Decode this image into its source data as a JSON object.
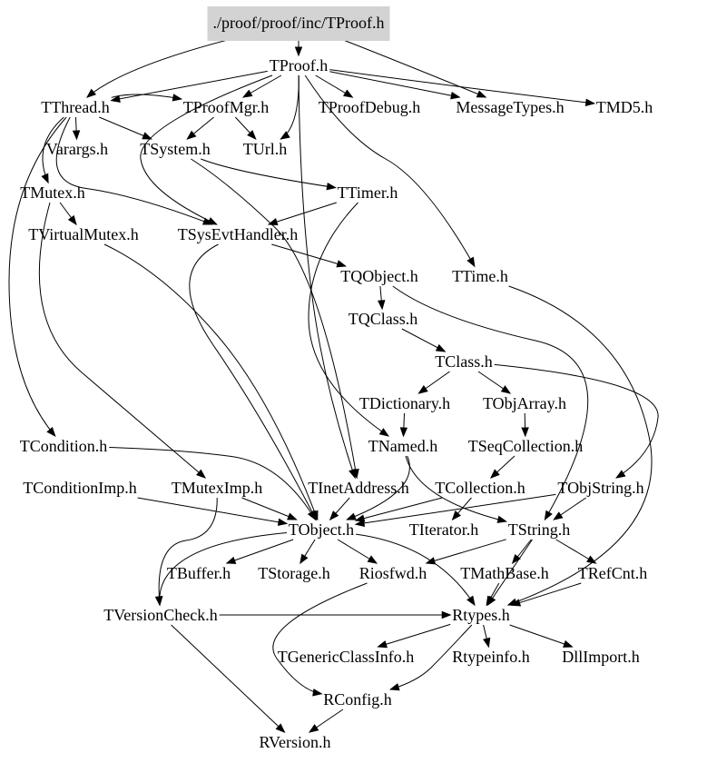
{
  "diagram": {
    "root_fill": "#d3d3d3",
    "nodes": [
      {
        "id": "root",
        "label": "./proof/proof/inc/TProof.h",
        "root": true
      },
      {
        "id": "tproof",
        "label": "TProof.h"
      },
      {
        "id": "tthread",
        "label": "TThread.h"
      },
      {
        "id": "tproofmgr",
        "label": "TProofMgr.h"
      },
      {
        "id": "tproofdebug",
        "label": "TProofDebug.h"
      },
      {
        "id": "messagetypes",
        "label": "MessageTypes.h"
      },
      {
        "id": "tmd5",
        "label": "TMD5.h"
      },
      {
        "id": "varargs",
        "label": "Varargs.h"
      },
      {
        "id": "tsystem",
        "label": "TSystem.h"
      },
      {
        "id": "turl",
        "label": "TUrl.h"
      },
      {
        "id": "tmutex",
        "label": "TMutex.h"
      },
      {
        "id": "ttimer",
        "label": "TTimer.h"
      },
      {
        "id": "tvirtualmutex",
        "label": "TVirtualMutex.h"
      },
      {
        "id": "tsysevthandler",
        "label": "TSysEvtHandler.h"
      },
      {
        "id": "tqobject",
        "label": "TQObject.h"
      },
      {
        "id": "ttime",
        "label": "TTime.h"
      },
      {
        "id": "tqclass",
        "label": "TQClass.h"
      },
      {
        "id": "tclass",
        "label": "TClass.h"
      },
      {
        "id": "tdictionary",
        "label": "TDictionary.h"
      },
      {
        "id": "tobjarray",
        "label": "TObjArray.h"
      },
      {
        "id": "tcondition",
        "label": "TCondition.h"
      },
      {
        "id": "tnamed",
        "label": "TNamed.h"
      },
      {
        "id": "tseqcollection",
        "label": "TSeqCollection.h"
      },
      {
        "id": "tconditionimp",
        "label": "TConditionImp.h"
      },
      {
        "id": "tmuteximp",
        "label": "TMutexImp.h"
      },
      {
        "id": "tinetaddress",
        "label": "TInetAddress.h"
      },
      {
        "id": "tcollection",
        "label": "TCollection.h"
      },
      {
        "id": "tobjstring",
        "label": "TObjString.h"
      },
      {
        "id": "tobject",
        "label": "TObject.h"
      },
      {
        "id": "titerator",
        "label": "TIterator.h"
      },
      {
        "id": "tstring",
        "label": "TString.h"
      },
      {
        "id": "tbuffer",
        "label": "TBuffer.h"
      },
      {
        "id": "tstorage",
        "label": "TStorage.h"
      },
      {
        "id": "riosfwd",
        "label": "Riosfwd.h"
      },
      {
        "id": "tmathbase",
        "label": "TMathBase.h"
      },
      {
        "id": "trefcnt",
        "label": "TRefCnt.h"
      },
      {
        "id": "tversioncheck",
        "label": "TVersionCheck.h"
      },
      {
        "id": "rtypes",
        "label": "Rtypes.h"
      },
      {
        "id": "tgenericclassinfo",
        "label": "TGenericClassInfo.h"
      },
      {
        "id": "rtypeinfo",
        "label": "Rtypeinfo.h"
      },
      {
        "id": "dllimport",
        "label": "DllImport.h"
      },
      {
        "id": "rconfig",
        "label": "RConfig.h"
      },
      {
        "id": "rversion",
        "label": "RVersion.h"
      }
    ]
  }
}
